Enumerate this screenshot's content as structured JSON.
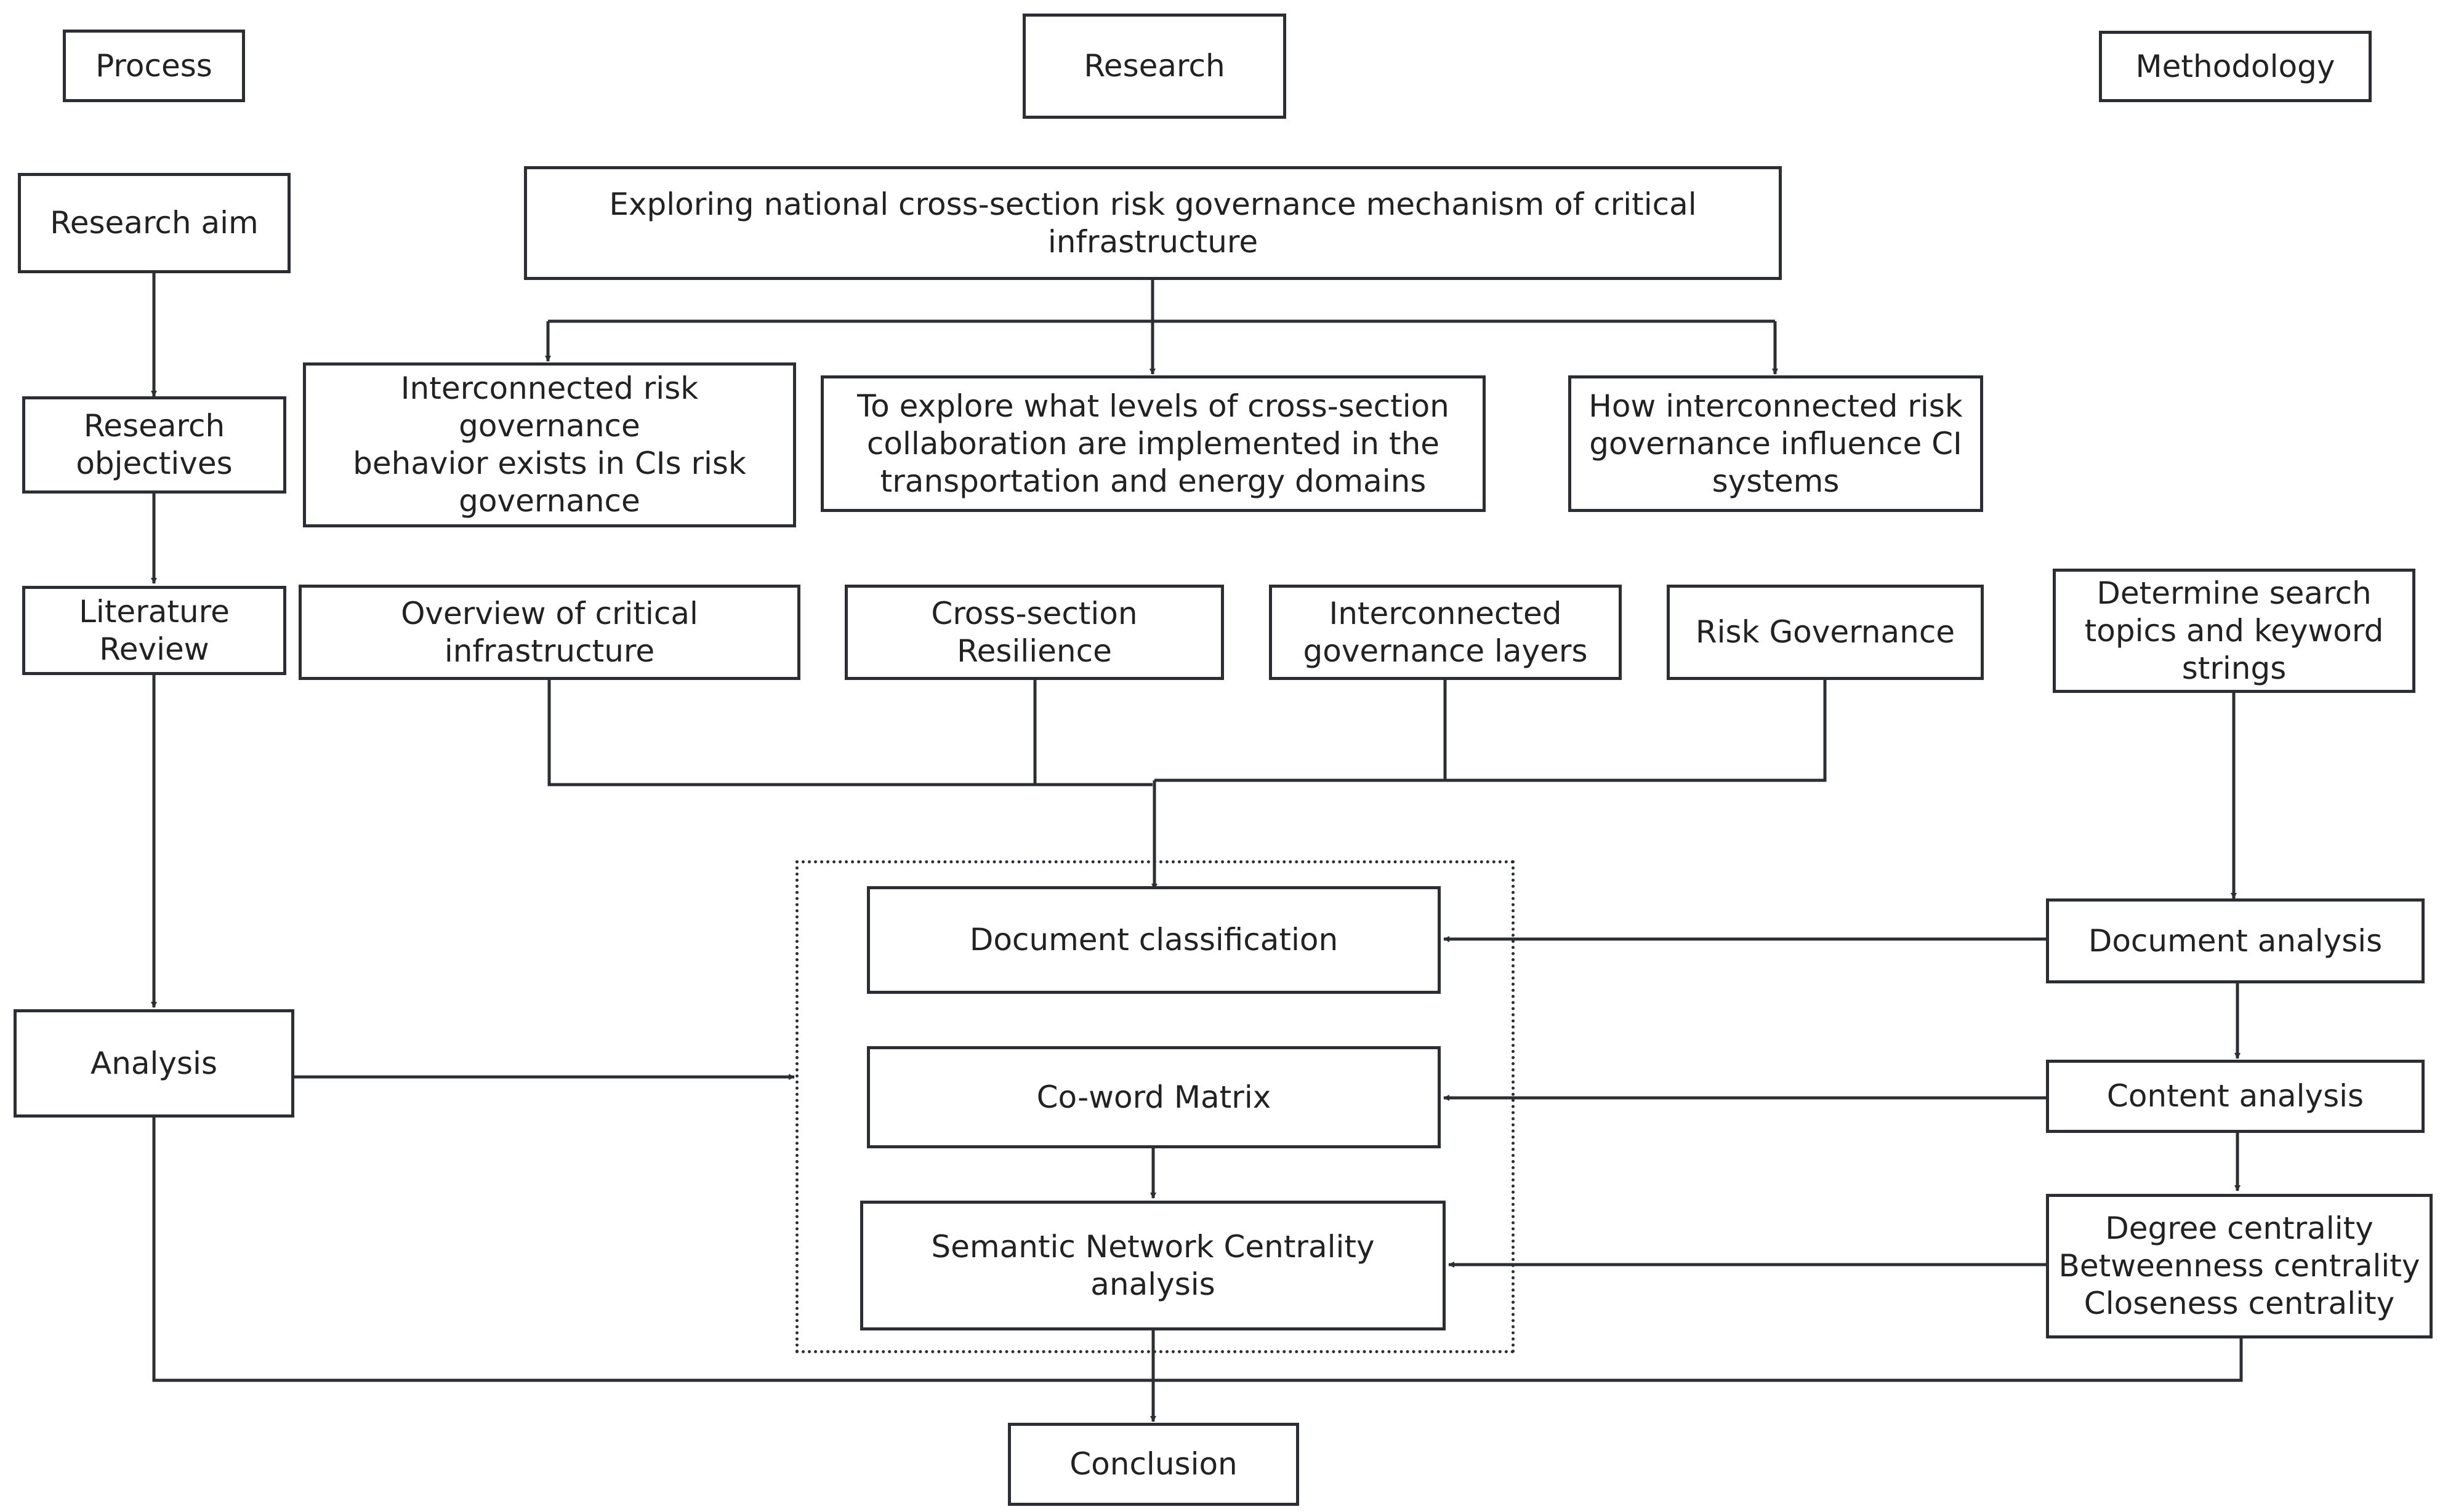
{
  "headers": {
    "process": "Process",
    "research": "Research",
    "methodology": "Methodology"
  },
  "process": {
    "aim": "Research aim",
    "objectives": "Research\nobjectives",
    "literature": "Literature\nReview",
    "analysis": "Analysis"
  },
  "research": {
    "main": "Exploring national cross-section risk governance mechanism of critical\ninfrastructure",
    "q1": "Interconnected risk\ngovernance\nbehavior exists in CIs risk\ngovernance",
    "q2": "To explore what levels of cross-section\ncollaboration are implemented in the\ntransportation and energy domains",
    "q3": "How interconnected risk\ngovernance influence CI\nsystems",
    "t1": "Overview of critical\ninfrastructure",
    "t2": "Cross-section\nResilience",
    "t3": "Interconnected\ngovernance layers",
    "t4": "Risk Governance",
    "doc_class": "Document classification",
    "coword": "Co-word Matrix",
    "semantic": "Semantic Network Centrality analysis",
    "conclusion": "Conclusion"
  },
  "methodology": {
    "search": "Determine search\ntopics and keyword\nstrings",
    "doc_analysis": "Document analysis",
    "content": "Content analysis",
    "centrality": "Degree centrality\nBetweenness centrality\nCloseness centrality"
  }
}
